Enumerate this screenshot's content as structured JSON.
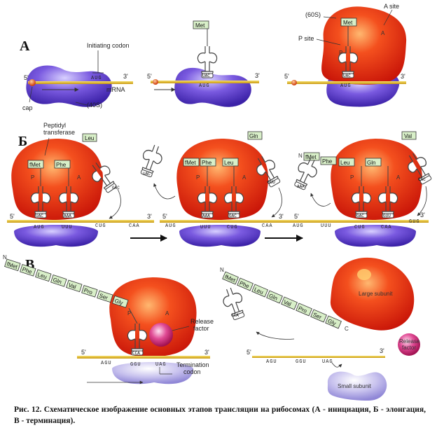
{
  "panels": {
    "A": "А",
    "B": "Б",
    "C": "В"
  },
  "labels": {
    "initiating_codon": "Initiating codon",
    "mrna": "mRNA",
    "cap": "cap",
    "small_40s": "(40S)",
    "large_60s": "(60S)",
    "a_site": "A site",
    "p_site": "P site",
    "peptidyl_transferase": "Peptidyl\ntransferase",
    "release_factor": "Release\nfactor",
    "termination_codon": "Termination\ncodon",
    "large_subunit": "Large subunit",
    "small_subunit": "Small subunit",
    "release_factor_free": "Release\nfactor",
    "P": "P",
    "A": "A",
    "N": "N",
    "C": "C",
    "five": "5'",
    "three": "3'"
  },
  "codons": {
    "A1": "AUG",
    "A2": "AUG",
    "A3": "AUG",
    "B1": [
      "AUG",
      "UUU",
      "CUG",
      "CAA"
    ],
    "B2": [
      "AUG",
      "UUU",
      "CUG",
      "CAA"
    ],
    "B3": [
      "AUG",
      "UUU",
      "CUG",
      "CAA",
      "GUG"
    ],
    "C1": [
      "AGU",
      "GGU",
      "UAG"
    ],
    "C2": [
      "AGU",
      "GGU",
      "UAG"
    ]
  },
  "anticodons": {
    "A2": "UAC",
    "A3": "UAC",
    "B1": [
      "UAC",
      "AAA"
    ],
    "B1_free": "GAC",
    "B2_free": "UAC",
    "B2": [
      "AAA",
      "GAC"
    ],
    "B2_in": "GUU",
    "B3_free": "AAA",
    "B3": [
      "GAC",
      "GUU"
    ],
    "B3_in": "CAC",
    "C1": "CCA",
    "C2": "CCA"
  },
  "amino_acids": {
    "A2": "Met",
    "A3": "Met",
    "B1": [
      "fMet",
      "Phe"
    ],
    "B1_free": "Leu",
    "B2": [
      "fMet",
      "Phe",
      "Leu"
    ],
    "B2_free": "Gln",
    "B3": [
      "fMet",
      "Phe",
      "Leu",
      "Gln"
    ],
    "B3_free": "Val",
    "C1_chain": [
      "fMet",
      "Phe",
      "Leu",
      "Gln",
      "Val",
      "Pro",
      "Ser",
      "Gly"
    ],
    "C2_chain": [
      "fMet",
      "Phe",
      "Leu",
      "Gln",
      "Val",
      "Pro",
      "Ser",
      "Gly"
    ]
  },
  "caption": "Рис. 12. Схематическое изображение основных этапов трансляции на рибосомах (А - инициация, Б - элонгация, В - терминация).",
  "colors": {
    "large_subunit": "#e8220e",
    "small_subunit": "#5b3fc4",
    "mrna": "#e8c020",
    "amino_acid_box": "#d8efc8",
    "release_factor": "#e0307a"
  }
}
